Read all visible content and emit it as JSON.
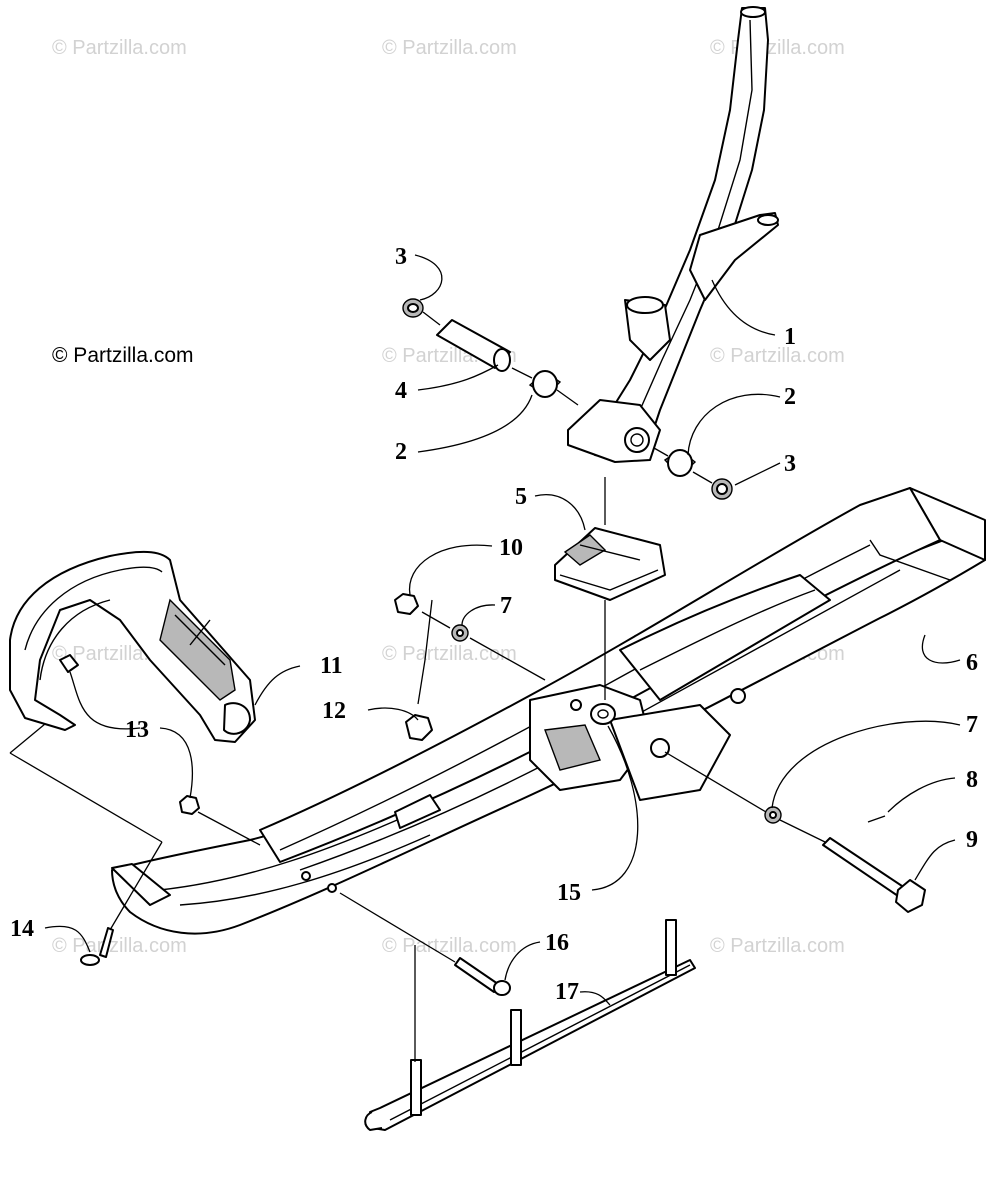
{
  "watermark": "© Partzilla.com",
  "copyright": "© Partzilla.com",
  "callouts": {
    "c1": "1",
    "c2a": "2",
    "c2b": "2",
    "c3a": "3",
    "c3b": "3",
    "c4": "4",
    "c5": "5",
    "c6": "6",
    "c7a": "7",
    "c7b": "7",
    "c8": "8",
    "c9": "9",
    "c10": "10",
    "c11": "11",
    "c12": "12",
    "c13": "13",
    "c14": "14",
    "c15": "15",
    "c16": "16",
    "c17": "17"
  }
}
